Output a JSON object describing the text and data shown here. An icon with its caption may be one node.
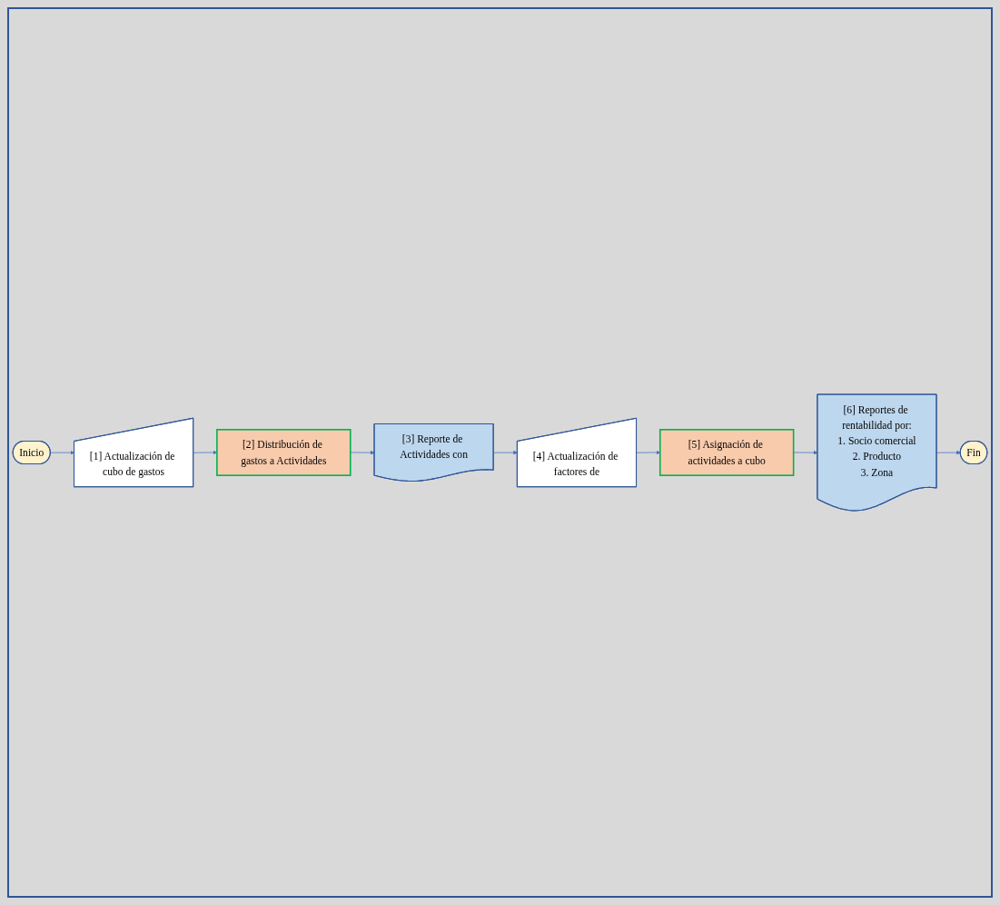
{
  "diagram": {
    "nodes": [
      {
        "text": [
          "Inicio"
        ]
      },
      {
        "text": [
          "[1] Actualización de cubo de gastos"
        ]
      },
      {
        "text": [
          "[2] Distribución de gastos a Actividades"
        ]
      },
      {
        "text": [
          "[3] Reporte de Actividades con"
        ]
      },
      {
        "text": [
          "[4] Actualización de factores de"
        ]
      },
      {
        "text": [
          "[5] Asignación de actividades a cubo"
        ]
      },
      {
        "text": [
          "[6] Reportes de rentabilidad por:",
          "1. Socio comercial",
          "2. Producto",
          "3. Zona"
        ]
      },
      {
        "text": [
          "Fin"
        ]
      }
    ],
    "edges": [
      {
        "from": 0,
        "to": 1,
        "arrow": "to"
      },
      {
        "from": 1,
        "to": 2,
        "arrow": "to"
      },
      {
        "from": 2,
        "to": 3,
        "arrow": "to"
      },
      {
        "from": 3,
        "to": 4,
        "arrow": "to"
      },
      {
        "from": 4,
        "to": 5,
        "arrow": "to"
      },
      {
        "from": 5,
        "to": 6,
        "arrow": "to"
      },
      {
        "from": 6,
        "to": 7,
        "arrow": "to"
      }
    ]
  }
}
